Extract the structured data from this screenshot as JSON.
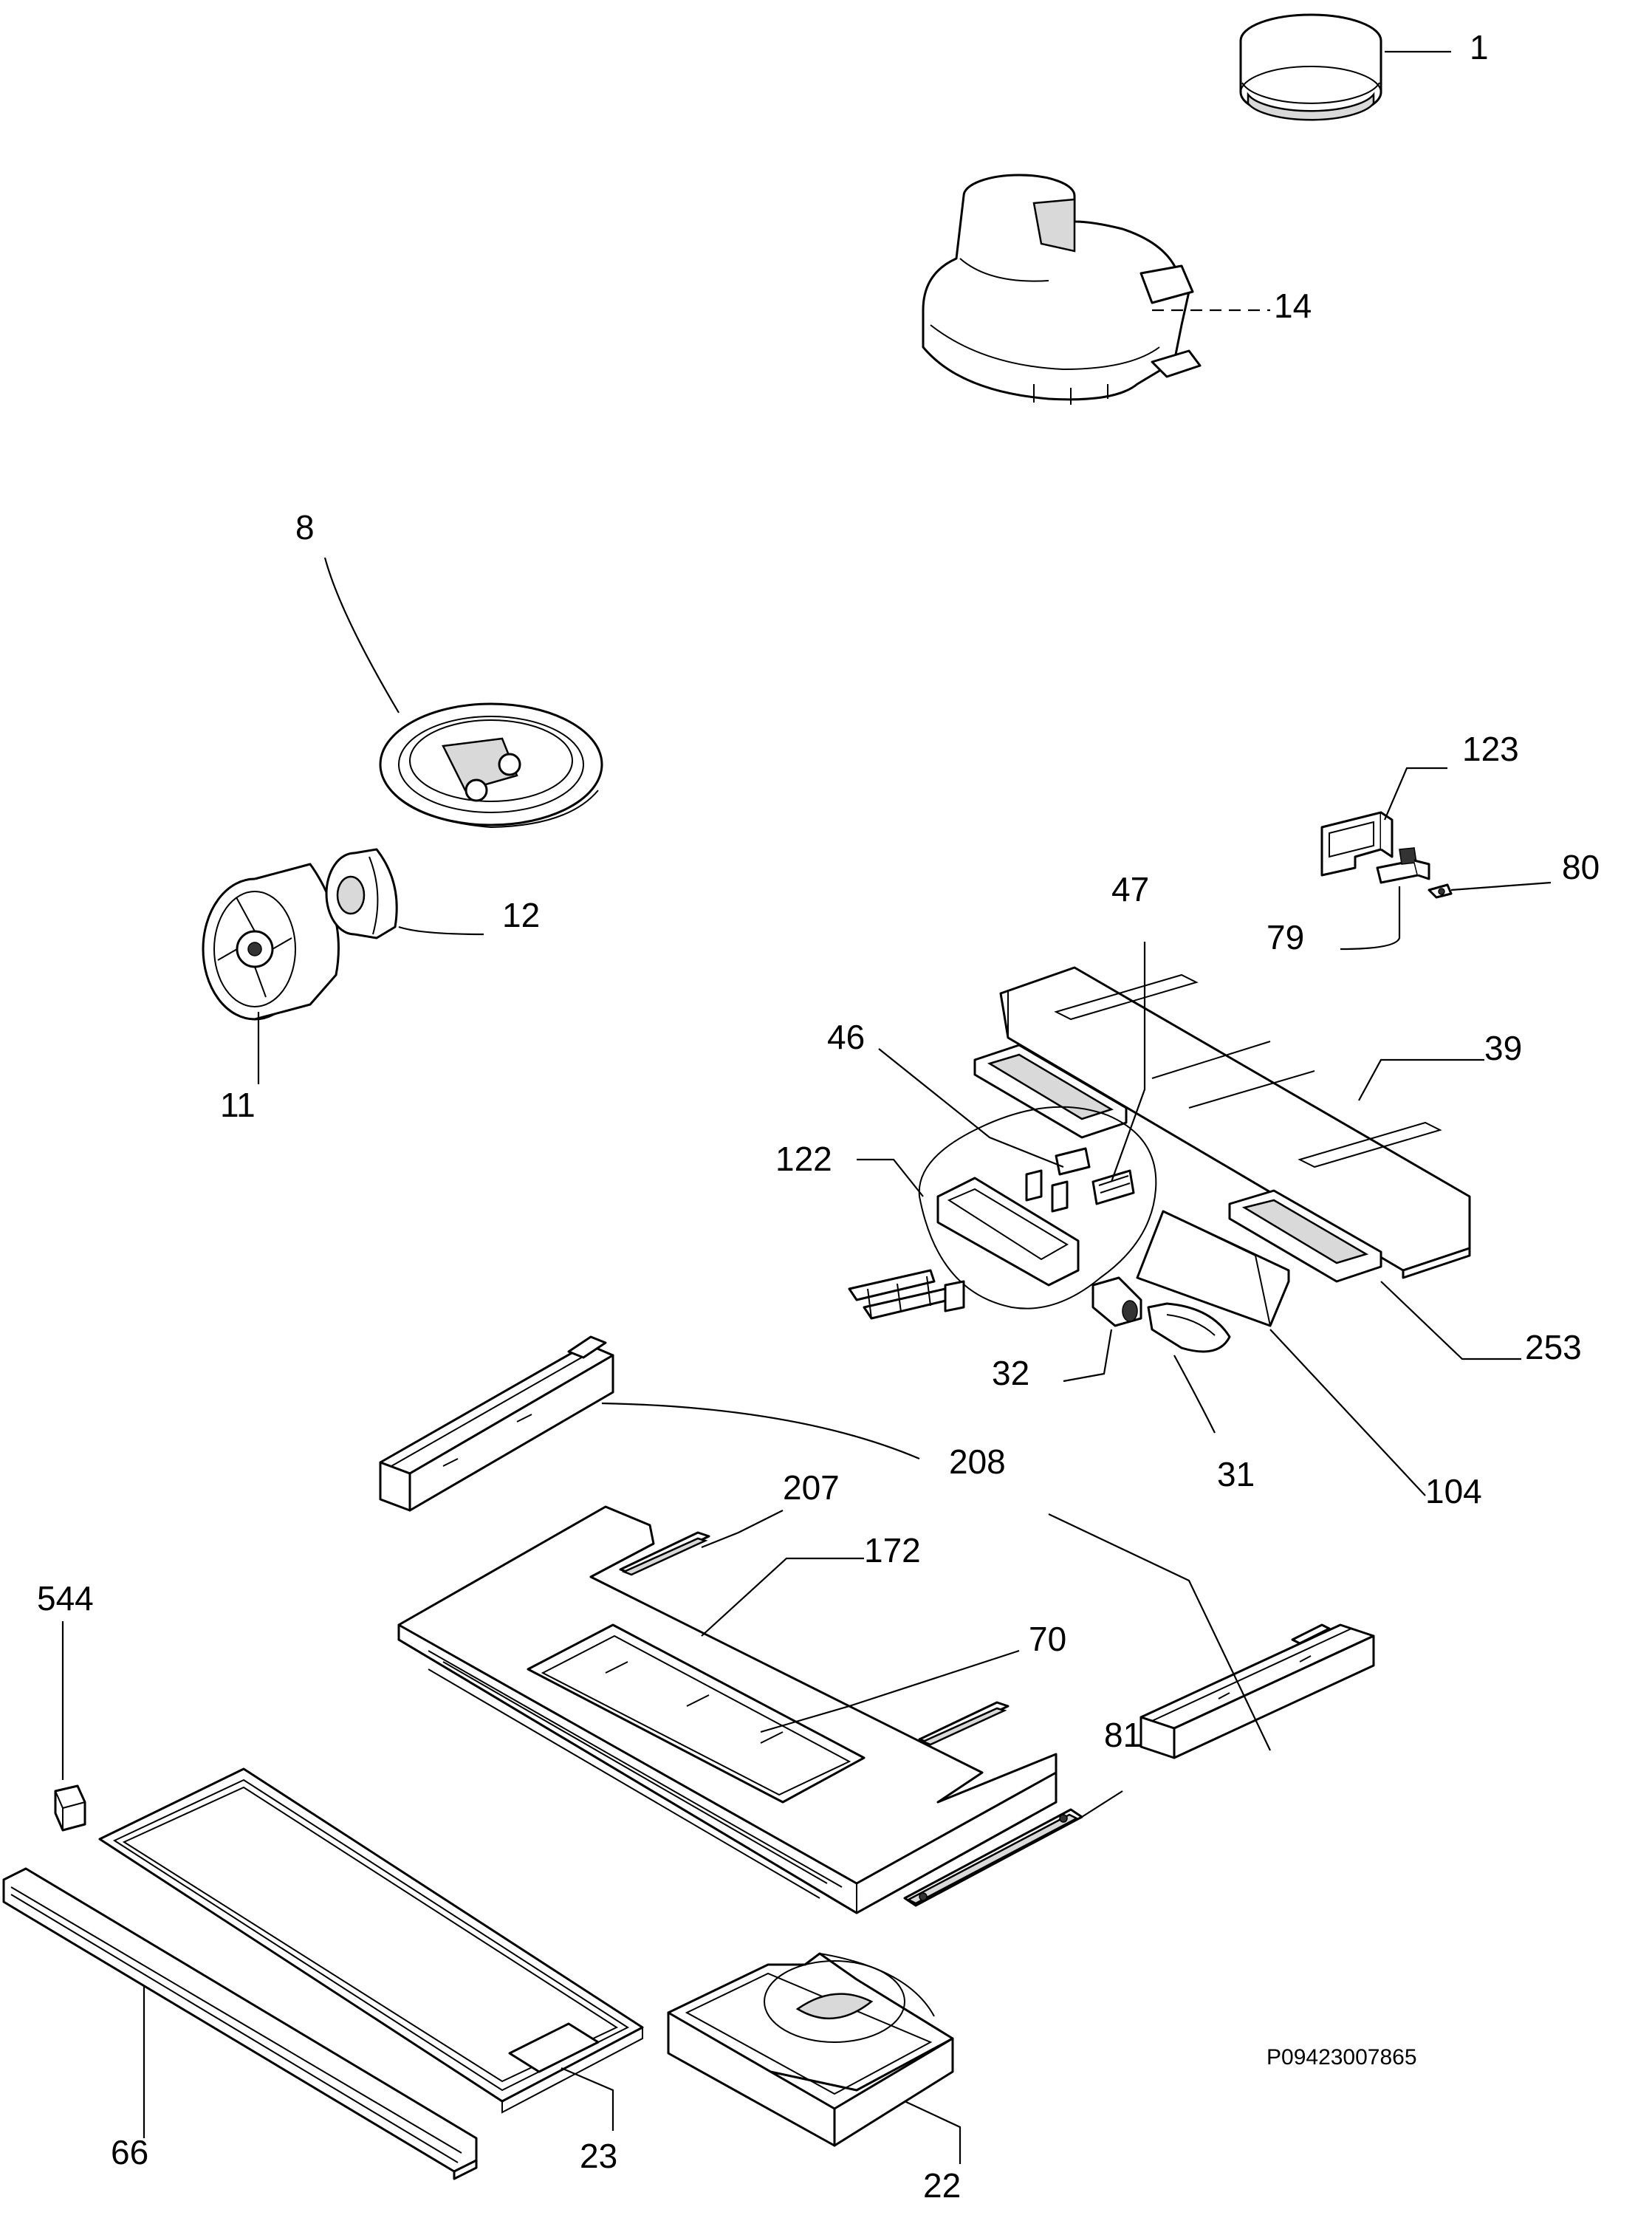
{
  "diagram": {
    "document_code": "P09423007865",
    "callouts": [
      {
        "id": "1",
        "label": "1"
      },
      {
        "id": "14",
        "label": "14"
      },
      {
        "id": "8",
        "label": "8"
      },
      {
        "id": "12",
        "label": "12"
      },
      {
        "id": "11",
        "label": "11"
      },
      {
        "id": "123",
        "label": "123"
      },
      {
        "id": "80",
        "label": "80"
      },
      {
        "id": "79",
        "label": "79"
      },
      {
        "id": "47",
        "label": "47"
      },
      {
        "id": "46",
        "label": "46"
      },
      {
        "id": "39",
        "label": "39"
      },
      {
        "id": "122",
        "label": "122"
      },
      {
        "id": "253",
        "label": "253"
      },
      {
        "id": "32",
        "label": "32"
      },
      {
        "id": "31",
        "label": "31"
      },
      {
        "id": "104",
        "label": "104"
      },
      {
        "id": "208",
        "label": "208"
      },
      {
        "id": "207",
        "label": "207"
      },
      {
        "id": "172",
        "label": "172"
      },
      {
        "id": "70",
        "label": "70"
      },
      {
        "id": "544",
        "label": "544"
      },
      {
        "id": "81",
        "label": "81"
      },
      {
        "id": "66",
        "label": "66"
      },
      {
        "id": "23",
        "label": "23"
      },
      {
        "id": "22",
        "label": "22"
      }
    ]
  }
}
